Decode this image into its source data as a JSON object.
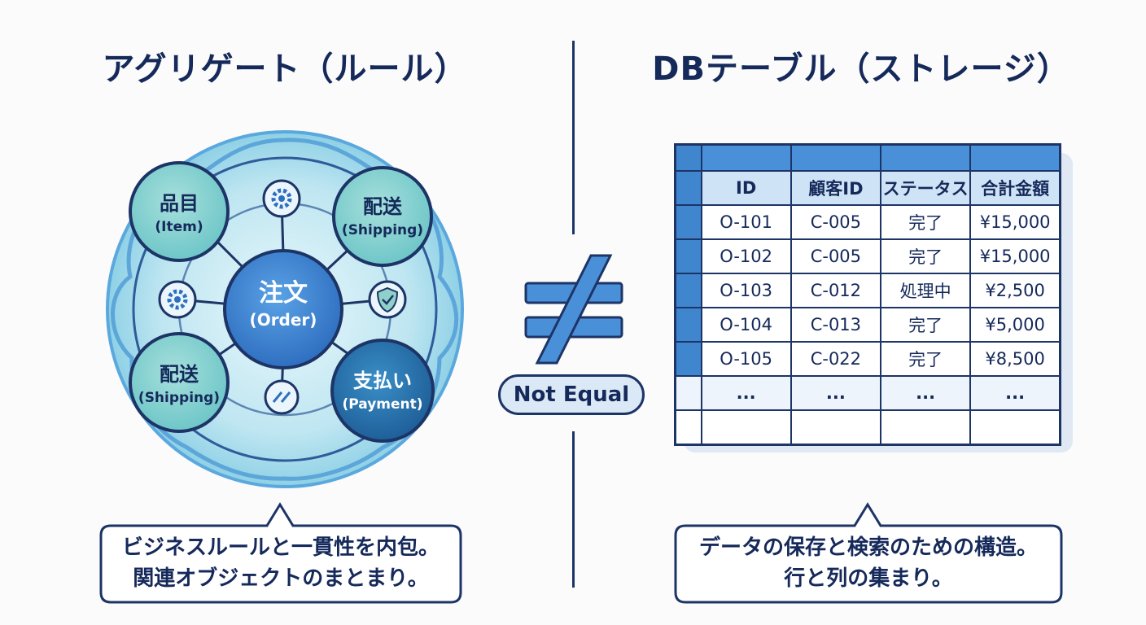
{
  "left_title": "アグリゲート（ルール）",
  "right_title": "DBテーブル（ストレージ）",
  "not_equal_label": "Not Equal",
  "aggregate": {
    "center": {
      "name": "注文",
      "sub": "(Order)"
    },
    "nodes": [
      {
        "name": "品目",
        "sub": "(Item)"
      },
      {
        "name": "配送",
        "sub": "(Shipping)"
      },
      {
        "name": "配送",
        "sub": "(Shipping)"
      },
      {
        "name": "支払い",
        "sub": "(Payment)"
      }
    ],
    "icons": [
      "gear-icon",
      "gear-icon",
      "shield-check-icon",
      "link-icon"
    ]
  },
  "left_callout": [
    "ビジネスルールと一貫性を内包。",
    "関連オブジェクトのまとまり。"
  ],
  "right_callout": [
    "データの保存と検索のための構造。",
    "行と列の集まり。"
  ],
  "table": {
    "headers": [
      "ID",
      "顧客ID",
      "ステータス",
      "合計金額"
    ],
    "rows": [
      [
        "O-101",
        "C-005",
        "完了",
        "¥15,000"
      ],
      [
        "O-102",
        "C-005",
        "完了",
        "¥15,000"
      ],
      [
        "O-103",
        "C-012",
        "処理中",
        "¥2,500"
      ],
      [
        "O-104",
        "C-013",
        "完了",
        "¥5,000"
      ],
      [
        "O-105",
        "C-022",
        "完了",
        "¥8,500"
      ],
      [
        "...",
        "...",
        "...",
        "..."
      ]
    ]
  },
  "colors": {
    "navy": "#1d3466",
    "accent_blue": "#3f86cf",
    "teal": "#6fc6c8",
    "light_blue": "#cfe3f6"
  }
}
